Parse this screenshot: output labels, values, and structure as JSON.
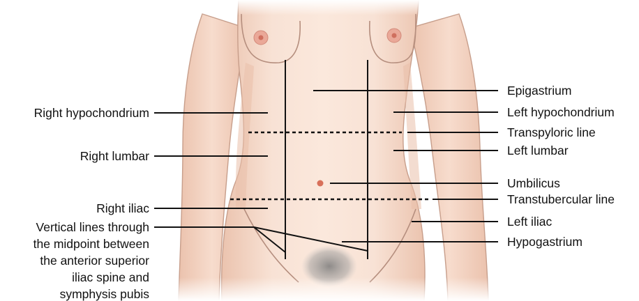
{
  "labels": {
    "epigastrium": "Epigastrium",
    "left_hypochondrium": "Left hypochondrium",
    "transpyloric_line": "Transpyloric line",
    "left_lumbar": "Left lumbar",
    "umbilicus": "Umbilicus",
    "transtubercular_line": "Transtubercular line",
    "left_iliac": "Left iliac",
    "hypogastrium": "Hypogastrium",
    "right_hypochondrium": "Right hypochondrium",
    "right_lumbar": "Right lumbar",
    "right_iliac": "Right iliac",
    "vertical_lines": [
      "Vertical lines through",
      "the midpoint between",
      "the anterior superior",
      "iliac spine and",
      "symphysis pubis"
    ]
  },
  "colors": {
    "skin": "#f6dccd",
    "skin_shade": "#eac2ae",
    "outline": "#b58e7e",
    "nipple": "#e79a8c",
    "navel": "#d8705a",
    "pubic_hair": "#8a8a8a",
    "line": "#111111"
  }
}
